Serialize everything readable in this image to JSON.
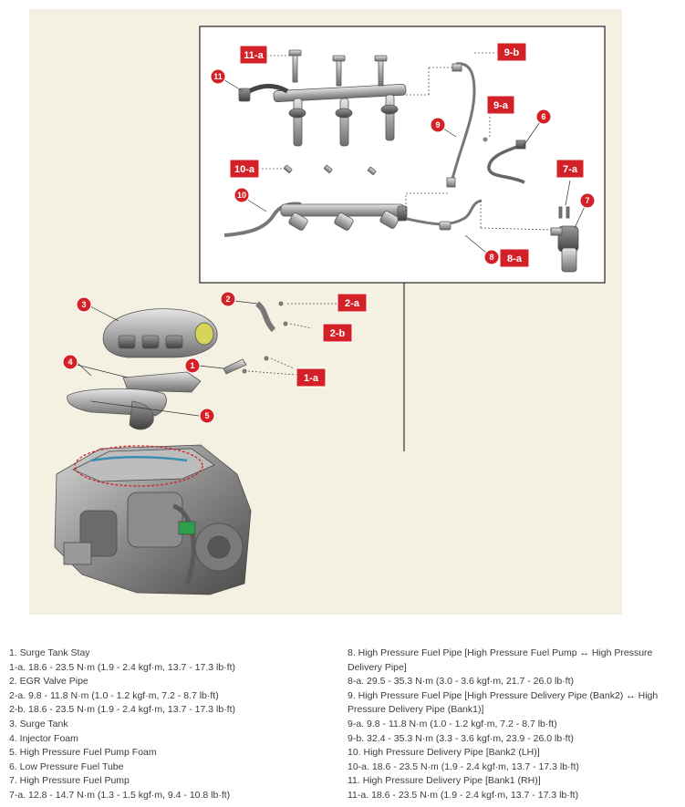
{
  "diagram": {
    "background_color": "#f4f1e2",
    "callout_color": "#d42027",
    "leader_style": "dashed",
    "callouts": {
      "c1": "1",
      "c1a": "1-a",
      "c2": "2",
      "c2a": "2-a",
      "c2b": "2-b",
      "c3": "3",
      "c4": "4",
      "c5": "5",
      "c6": "6",
      "c7": "7",
      "c7a": "7-a",
      "c8": "8",
      "c8a": "8-a",
      "c9": "9",
      "c9a": "9-a",
      "c9b": "9-b",
      "c10": "10",
      "c10a": "10-a",
      "c11": "11",
      "c11a": "11-a"
    }
  },
  "legend": {
    "left": [
      "1. Surge Tank Stay",
      "1-a. 18.6 - 23.5 N·m (1.9 - 2.4 kgf·m, 13.7 - 17.3 lb·ft)",
      "2. EGR Valve Pipe",
      "2-a. 9.8 - 11.8 N·m (1.0 - 1.2 kgf·m, 7.2 - 8.7 lb·ft)",
      "2-b. 18.6 - 23.5 N·m (1.9 - 2.4 kgf·m, 13.7 - 17.3 lb·ft)",
      "3. Surge Tank",
      "4. Injector Foam",
      "5. High Pressure Fuel Pump Foam",
      "6. Low Pressure Fuel Tube",
      "7. High Pressure Fuel Pump",
      "7-a. 12.8 - 14.7 N·m (1.3 - 1.5 kgf·m, 9.4 - 10.8 lb·ft)"
    ],
    "right": [
      "8. High Pressure Fuel Pipe [High Pressure Fuel Pump ↔ High Pressure Delivery Pipe]",
      "8-a. 29.5 - 35.3 N·m (3.0 - 3.6 kgf·m, 21.7 - 26.0 lb·ft)",
      "9. High Pressure Fuel Pipe [High Pressure Delivery Pipe (Bank2) ↔ High Pressure Delivery Pipe (Bank1)]",
      "9-a. 9.8 - 11.8 N·m (1.0 - 1.2 kgf·m, 7.2 - 8.7 lb·ft)",
      "9-b. 32.4 - 35.3 N·m (3.3 - 3.6 kgf·m, 23.9 - 26.0 lb·ft)",
      "10. High Pressure Delivery Pipe [Bank2 (LH)]",
      "10-a. 18.6 - 23.5 N·m (1.9 - 2.4 kgf·m, 13.7 - 17.3 lb·ft)",
      "11. High Pressure Delivery Pipe [Bank1 (RH)]",
      "11-a. 18.6 - 23.5 N·m (1.9 - 2.4 kgf·m, 13.7 - 17.3 lb·ft)"
    ]
  }
}
